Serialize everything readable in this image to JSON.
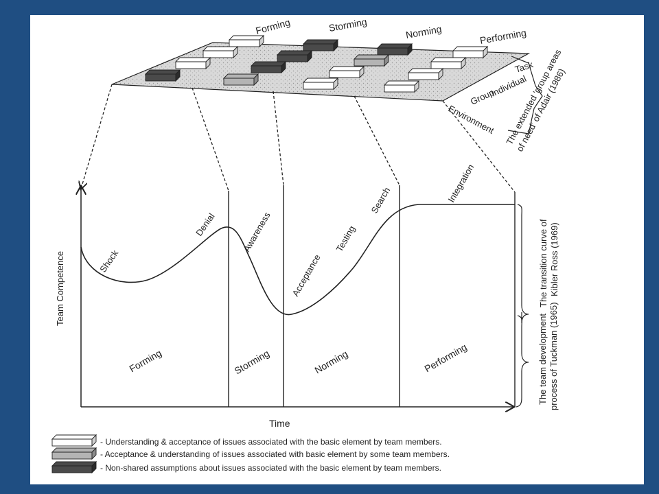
{
  "colors": {
    "slide_background": "#1f4e82",
    "panel_background": "#ffffff",
    "plane_fill": "#d6d6d6",
    "block_white": "#ffffff",
    "block_light": "#b4b4b4",
    "block_dark": "#4a4a4a",
    "line": "#222222"
  },
  "top_plane": {
    "stages": [
      "Forming",
      "Storming",
      "Norming",
      "Performing"
    ],
    "areas": [
      "Task",
      "Individual",
      "Group",
      "Environment"
    ],
    "side_label": [
      "The extended 'group areas",
      "of need' of Adair (1986)"
    ]
  },
  "curve": {
    "stage_labels": [
      "Shock",
      "Denial",
      "Awareness",
      "Acceptance",
      "Testing",
      "Search",
      "Integration"
    ],
    "side_label": [
      "The transition curve of",
      "Kibler Ross (1969)"
    ]
  },
  "phases": {
    "labels": [
      "Forming",
      "Storming",
      "Norming",
      "Performing"
    ],
    "side_label": [
      "The team development",
      "process of Tuckman (1965)"
    ]
  },
  "axes": {
    "y_label": "Team Competence",
    "x_label": "Time"
  },
  "legend": [
    {
      "shade": "white",
      "text": "- Understanding & acceptance of issues associated with the basic element by team members."
    },
    {
      "shade": "light",
      "text": "- Acceptance & understanding of issues associated with basic element by some team members."
    },
    {
      "shade": "dark",
      "text": "- Non-shared assumptions about issues associated with the basic element by team members."
    }
  ]
}
